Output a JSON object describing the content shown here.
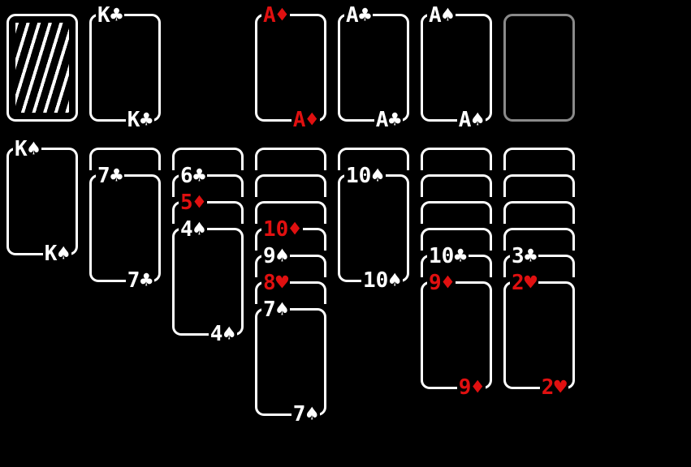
{
  "game": "klondike-solitaire",
  "colors": {
    "background": "#000000",
    "card_border": "#ffffff",
    "black_suit_text": "#ffffff",
    "red_suit_text": "#e01010",
    "empty_slot_border": "#8a8a8a",
    "card_back_stripes": "#ffffff"
  },
  "stock": {
    "style": "diagonal-stripes-card-back"
  },
  "waste": {
    "top_card": {
      "rank": "K",
      "suit": "♣",
      "color": "black"
    }
  },
  "foundations": [
    {
      "top_card": {
        "rank": "A",
        "suit": "♦",
        "color": "red"
      }
    },
    {
      "top_card": {
        "rank": "A",
        "suit": "♣",
        "color": "black"
      }
    },
    {
      "top_card": {
        "rank": "A",
        "suit": "♠",
        "color": "black"
      }
    },
    {
      "top_card": null
    }
  ],
  "tableau": [
    {
      "facedown_count": 0,
      "faceup": [
        {
          "rank": "K",
          "suit": "♠",
          "color": "black"
        }
      ]
    },
    {
      "facedown_count": 1,
      "faceup": [
        {
          "rank": "7",
          "suit": "♣",
          "color": "black"
        }
      ]
    },
    {
      "facedown_count": 1,
      "faceup": [
        {
          "rank": "6",
          "suit": "♣",
          "color": "black"
        },
        {
          "rank": "5",
          "suit": "♦",
          "color": "red"
        },
        {
          "rank": "4",
          "suit": "♠",
          "color": "black"
        }
      ]
    },
    {
      "facedown_count": 3,
      "faceup": [
        {
          "rank": "10",
          "suit": "♦",
          "color": "red"
        },
        {
          "rank": "9",
          "suit": "♠",
          "color": "black"
        },
        {
          "rank": "8",
          "suit": "♥",
          "color": "red"
        },
        {
          "rank": "7",
          "suit": "♠",
          "color": "black"
        }
      ]
    },
    {
      "facedown_count": 1,
      "faceup": [
        {
          "rank": "10",
          "suit": "♠",
          "color": "black"
        }
      ]
    },
    {
      "facedown_count": 4,
      "faceup": [
        {
          "rank": "10",
          "suit": "♣",
          "color": "black"
        },
        {
          "rank": "9",
          "suit": "♦",
          "color": "red"
        }
      ]
    },
    {
      "facedown_count": 4,
      "faceup": [
        {
          "rank": "3",
          "suit": "♣",
          "color": "black"
        },
        {
          "rank": "2",
          "suit": "♥",
          "color": "red"
        }
      ]
    }
  ]
}
